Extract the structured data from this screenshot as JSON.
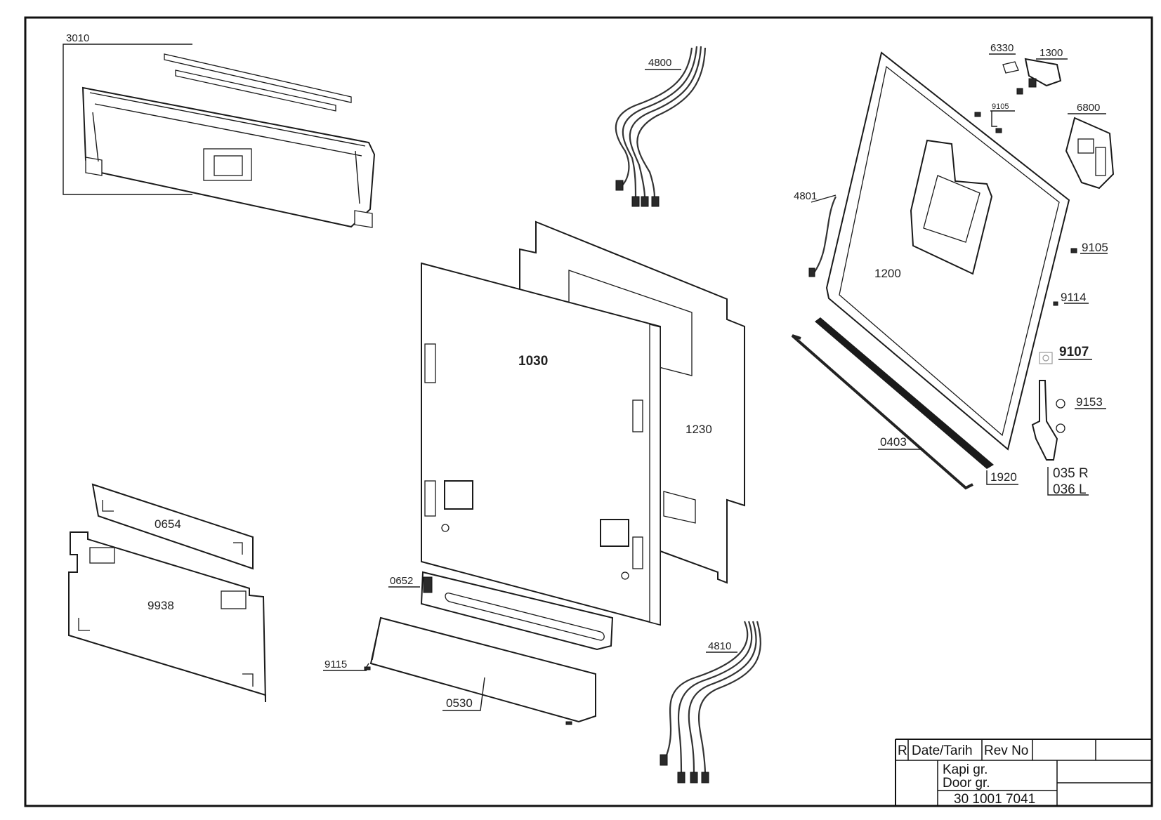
{
  "parts": {
    "p3010": "3010",
    "p4800": "4800",
    "p6330": "6330",
    "p1300": "1300",
    "p9105_top": "9105",
    "p6800": "6800",
    "p4801": "4801",
    "p1200": "1200",
    "p9105_right": "9105",
    "p9114": "9114",
    "p9107": "9107",
    "p9153": "9153",
    "p0403": "0403",
    "p1920": "1920",
    "p035": "035 R",
    "p036": "036 L",
    "p1030": "1030",
    "p1230": "1230",
    "p0654": "0654",
    "p9938": "9938",
    "p0652": "0652",
    "p9115": "9115",
    "p0530": "0530",
    "p4810": "4810"
  },
  "title_block": {
    "col_r": "R",
    "col_date": "Date/Tarih",
    "col_rev": "Rev No",
    "name_tr": "Kapi gr.",
    "name_en": "Door gr.",
    "drawing_no": "30 1001 7041"
  }
}
